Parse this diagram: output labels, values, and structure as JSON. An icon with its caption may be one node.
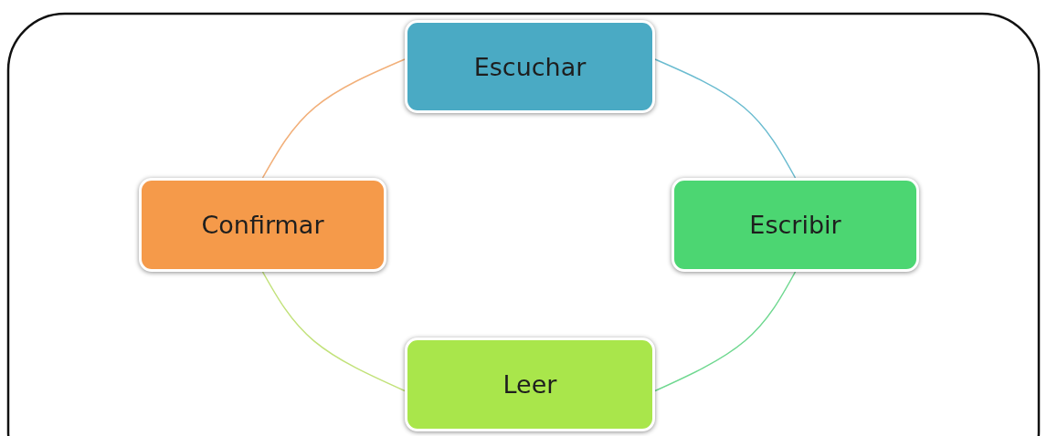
{
  "diagram": {
    "nodes": [
      {
        "text": [
          "Escuchar"
        ]
      },
      {
        "text": [
          "Escribir"
        ]
      },
      {
        "text": [
          "Leer"
        ]
      },
      {
        "text": [
          "Confirmar"
        ]
      }
    ],
    "edges": [
      {
        "from": 0,
        "to": 1,
        "arrow": "none",
        "color": "#6bbcd0"
      },
      {
        "from": 1,
        "to": 2,
        "arrow": "none",
        "color": "#6fd890"
      },
      {
        "from": 2,
        "to": 3,
        "arrow": "none",
        "color": "#c2e27a"
      },
      {
        "from": 3,
        "to": 0,
        "arrow": "none",
        "color": "#f2b07a"
      }
    ]
  }
}
